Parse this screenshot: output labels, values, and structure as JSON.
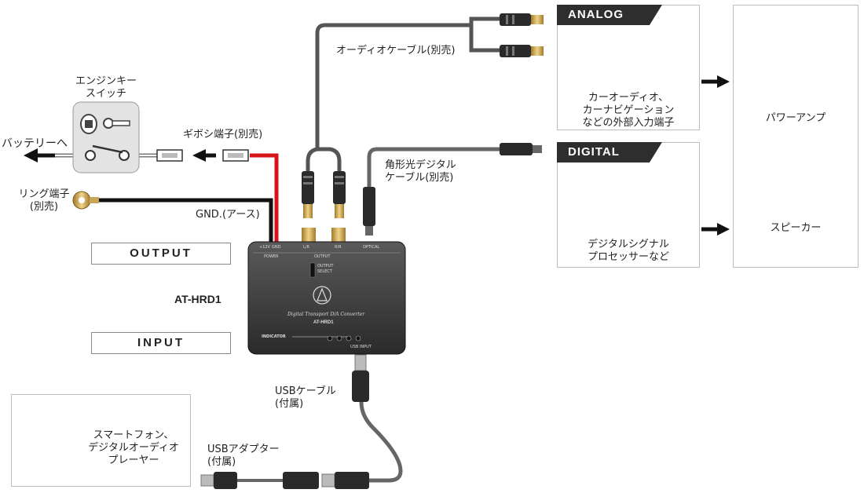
{
  "labels": {
    "battery": "バッテリーへ",
    "ignition_switch_line1": "エンジンキー",
    "ignition_switch_line2": "スイッチ",
    "gibosi_terminal": "ギボシ端子(別売)",
    "ring_terminal_line1": "リング端子",
    "ring_terminal_line2": "(別売)",
    "gnd": "GND.(アース)",
    "audio_cable": "オーディオケーブル(別売)",
    "optical_cable_line1": "角形光デジタル",
    "optical_cable_line2": "ケーブル(別売)",
    "usb_cable_line1": "USBケーブル",
    "usb_cable_line2": "(付属)",
    "usb_adapter_line1": "USBアダプター",
    "usb_adapter_line2": "(付属)"
  },
  "io": {
    "output": "OUTPUT",
    "input": "INPUT",
    "model": "AT-HRD1"
  },
  "device": {
    "top_labels": [
      "+12V",
      "GND",
      "L/R",
      "R/R",
      "OPTICAL"
    ],
    "power_label": "POWER",
    "output_label": "OUTPUT",
    "switch_label_1": "OUTPUT",
    "switch_label_2": "SELECT",
    "product_name": "Digital Transport D/A Converter",
    "model": "AT-HRD1",
    "indicator": "INDICATOR",
    "usb_input": "USB INPUT"
  },
  "analog": {
    "tag": "ANALOG",
    "desc_line1": "カーオーディオ、",
    "desc_line2": "カーナビゲーション",
    "desc_line3": "などの外部入力端子"
  },
  "digital": {
    "tag": "DIGITAL",
    "desc_line1": "デジタルシグナル",
    "desc_line2": "プロセッサーなど"
  },
  "outputs": {
    "power_amp": "パワーアンプ",
    "speaker": "スピーカー"
  },
  "source": {
    "line1": "スマートフォン、",
    "line2": "デジタルオーディオ",
    "line3": "プレーヤー"
  }
}
